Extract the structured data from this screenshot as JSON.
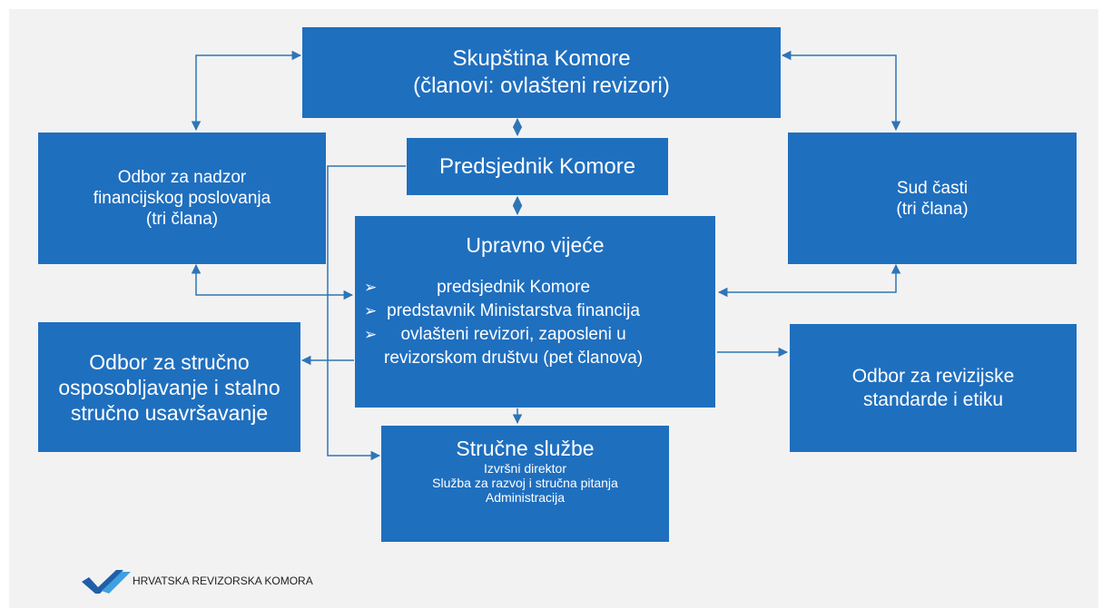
{
  "boxes": {
    "skupstina": {
      "line1": "Skupština Komore",
      "line2": "(članovi: ovlašteni revizori)"
    },
    "predsjednik": {
      "label": "Predsjednik Komore"
    },
    "odbor_nadzor": {
      "line1": "Odbor za nadzor",
      "line2": "financijskog poslovanja",
      "line3": "(tri člana)"
    },
    "sud_casti": {
      "line1": "Sud časti",
      "line2": "(tri člana)"
    },
    "upravno_vijece": {
      "title": "Upravno vijeće",
      "items": [
        "predsjednik Komore",
        "predstavnik Ministarstva financija",
        "ovlašteni revizori, zaposleni u",
        "revizorskom društvu (pet članova)"
      ]
    },
    "odbor_strucno": {
      "line1": "Odbor za stručno",
      "line2": "osposobljavanje i stalno",
      "line3": "stručno usavršavanje"
    },
    "odbor_revizijske": {
      "line1": "Odbor za revizijske",
      "line2": "standarde i etiku"
    },
    "strucne_sluzbe": {
      "title": "Stručne službe",
      "line1": "Izvršni direktor",
      "line2": "Služba za razvoj i stručna pitanja",
      "line3": "Administracija"
    }
  },
  "logo": {
    "text": "HRVATSKA REVIZORSKA KOMORA"
  },
  "colors": {
    "box": "#1f6fbf",
    "background": "#f2f2f2",
    "connector": "#2e75b6",
    "logo_dark": "#1f5fa8",
    "logo_light": "#3fa0e0"
  }
}
